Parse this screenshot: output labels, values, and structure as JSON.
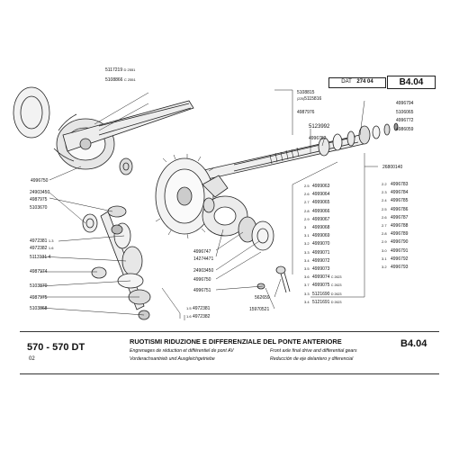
{
  "header": {
    "dat_label": "DAT",
    "dat_value": "274 04",
    "page_code": "B4.04"
  },
  "footer": {
    "model": "570 - 570 DT",
    "model_sub": "02",
    "title_it": "RUOTISMI RIDUZIONE E DIFFERENZIALE DEL PONTE ANTERIORE",
    "sub_fr": "Engrenages de réduction et différentiel de pont AV",
    "sub_en": "Front axle final drive and differential gears",
    "sub_de": "Vorderachsantrieb und Ausgleichgetriebe",
    "sub_es": "Reducción de eje delantero y diferencial",
    "page_code": "B4.04"
  },
  "labels": {
    "top_left": [
      {
        "num": "5117219",
        "suffix": "D 2551"
      },
      {
        "num": "5108866",
        "suffix": "C 2551"
      }
    ],
    "top_center": [
      {
        "num": "5108815",
        "suffix": ""
      },
      {
        "num": "5115816",
        "suffix": "(225)"
      },
      {
        "num": "4987976",
        "suffix": ""
      },
      {
        "num": "5123992",
        "suffix": ""
      },
      {
        "num": "4996782",
        "suffix": ""
      }
    ],
    "right_top": [
      "4996794",
      "5106065",
      "4996772",
      "4986059"
    ],
    "right_mid": "26800140",
    "left_mid": [
      "4996750",
      "24903450",
      "4987975",
      "5103670"
    ],
    "left_ratio": [
      {
        "num": "4972381",
        "ratio": "1.3"
      },
      {
        "num": "4972382",
        "ratio": "1.6"
      }
    ],
    "left_low": [
      {
        "num": "5113131",
        "suffix": "4"
      },
      {
        "num": "4987974",
        "suffix": ""
      },
      {
        "num": "5103870",
        "suffix": ""
      },
      {
        "num": "4987975",
        "suffix": ""
      },
      {
        "num": "5103868",
        "suffix": ""
      }
    ],
    "center_low": [
      "4996747",
      "14274471",
      "24903450",
      "4996750",
      "4996751"
    ],
    "center_ratio": [
      {
        "ratio": "1.5",
        "num": "4972381"
      },
      {
        "ratio": "1.6",
        "num": "4972382"
      }
    ],
    "bottom_mid": [
      "562659",
      "15970521"
    ],
    "shim_left": [
      {
        "size": "2.5",
        "num": "4999063",
        "suffix": ""
      },
      {
        "size": "2.6",
        "num": "4999064",
        "suffix": ""
      },
      {
        "size": "2.7",
        "num": "4999065",
        "suffix": ""
      },
      {
        "size": "2.8",
        "num": "4999066",
        "suffix": ""
      },
      {
        "size": "2.9",
        "num": "4999067",
        "suffix": ""
      },
      {
        "size": "3",
        "num": "4999068",
        "suffix": ""
      },
      {
        "size": "3.1",
        "num": "4999069",
        "suffix": ""
      },
      {
        "size": "3.2",
        "num": "4999070",
        "suffix": ""
      },
      {
        "size": "3.3",
        "num": "4999071",
        "suffix": ""
      },
      {
        "size": "3.4",
        "num": "4999072",
        "suffix": ""
      },
      {
        "size": "3.5",
        "num": "4999073",
        "suffix": ""
      },
      {
        "size": "3.6",
        "num": "4999074",
        "suffix": "C 2623"
      },
      {
        "size": "3.7",
        "num": "4999075",
        "suffix": "C 2623"
      },
      {
        "size": "3.3",
        "num": "5121690",
        "suffix": "D 2623"
      },
      {
        "size": "3.4",
        "num": "5121691",
        "suffix": "D 2623"
      }
    ],
    "shim_right": [
      {
        "size": "2.2",
        "num": "4996783"
      },
      {
        "size": "2.3",
        "num": "4996784"
      },
      {
        "size": "2.4",
        "num": "4996785"
      },
      {
        "size": "2.5",
        "num": "4996786"
      },
      {
        "size": "2.6",
        "num": "4996787"
      },
      {
        "size": "2.7",
        "num": "4996788"
      },
      {
        "size": "2.8",
        "num": "4996789"
      },
      {
        "size": "2.9",
        "num": "4996790"
      },
      {
        "size": "3.0",
        "num": "4996791"
      },
      {
        "size": "3.1",
        "num": "4996792"
      },
      {
        "size": "3.2",
        "num": "4996793"
      }
    ]
  }
}
